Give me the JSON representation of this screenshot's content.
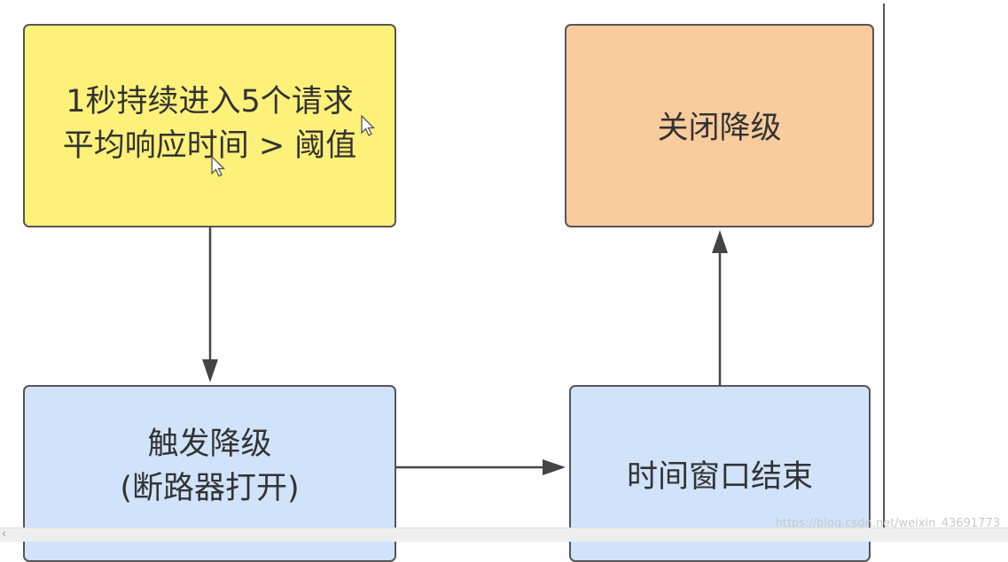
{
  "nodes": {
    "trigger_condition": {
      "lines": [
        "1秒持续进入5个请求",
        "平均响应时间 > 阈值"
      ],
      "color": "#fef17a"
    },
    "close_degrade": {
      "label": "关闭降级",
      "color": "#f9cc9d"
    },
    "trigger_degrade": {
      "lines": [
        "触发降级",
        "(断路器打开)"
      ],
      "color": "#d0e3fb"
    },
    "window_end": {
      "label": "时间窗口结束",
      "color": "#d0e3fb"
    }
  },
  "edges": [
    {
      "from": "trigger_condition",
      "to": "trigger_degrade"
    },
    {
      "from": "trigger_degrade",
      "to": "window_end"
    },
    {
      "from": "window_end",
      "to": "close_degrade"
    }
  ],
  "watermark": "https://blog.csdn.net/weixin_43691773",
  "scrollbar": {
    "left_arrow": "‹"
  },
  "icons": [
    "mouse-cursor-icon"
  ]
}
